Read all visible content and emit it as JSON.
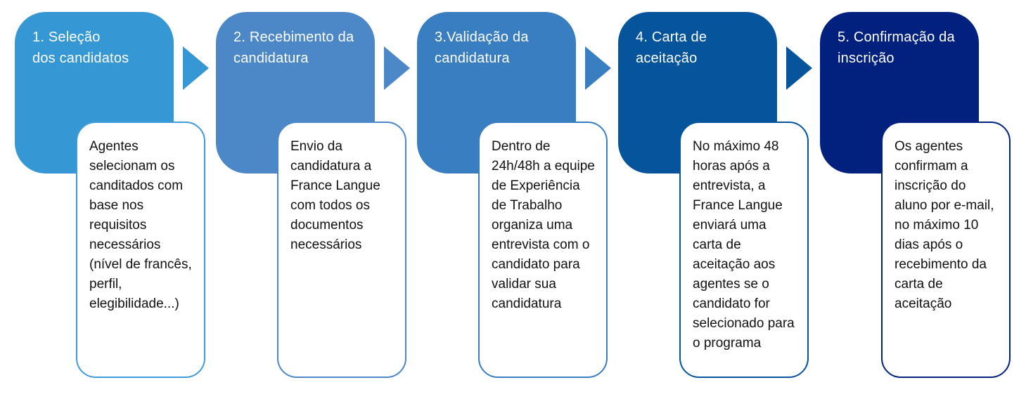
{
  "diagram": {
    "type": "process-flow",
    "background_color": "#FFFFFF",
    "header_text_color": "#FFFFFF",
    "body_text_color": "#111111",
    "steps": [
      {
        "id": "1",
        "title": "1. Seleção\ndos candidatos",
        "description": "Agentes selecionam os canditados com base nos requisitos necessários (nível de francês, perfil, elegibilidade...)",
        "header_color": "#3597D4",
        "border_color": "#3E9CD8",
        "arrow_color": "#3597D4",
        "arrow_icon": "arrow-right-icon"
      },
      {
        "id": "2",
        "title": "2. Recebimento da\ncandidatura",
        "description": "Envio da candidatura a France Langue com todos os documentos necessários",
        "header_color": "#4C87C7",
        "border_color": "#4C87C7",
        "arrow_color": "#4C87C7",
        "arrow_icon": "arrow-right-icon"
      },
      {
        "id": "3",
        "title": "3.Validação da\ncandidatura",
        "description": "Dentro de 24h/48h a equipe de Experiência de Trabalho organiza uma entrevista com o candidato para validar sua candidatura",
        "header_color": "#3A7EC2",
        "border_color": "#3A7EC2",
        "arrow_color": "#3A7EC2",
        "arrow_icon": "arrow-right-icon"
      },
      {
        "id": "4",
        "title": "4. Carta de\naceitação",
        "description": "No máximo 48 horas após a entrevista, a France Langue enviará uma carta de aceitação aos agentes se o candidato for selecionado para o programa",
        "header_color": "#05549C",
        "border_color": "#05549C",
        "arrow_color": "#05549C",
        "arrow_icon": "arrow-right-icon"
      },
      {
        "id": "5",
        "title": "5. Confirmação da\ninscrição",
        "description": "Os agentes confirmam a inscrição do aluno por e-mail, no máximo 10 dias após o recebimento da carta de aceitação",
        "header_color": "#02217E",
        "border_color": "#02217E",
        "arrow_color": null,
        "arrow_icon": null
      }
    ]
  }
}
